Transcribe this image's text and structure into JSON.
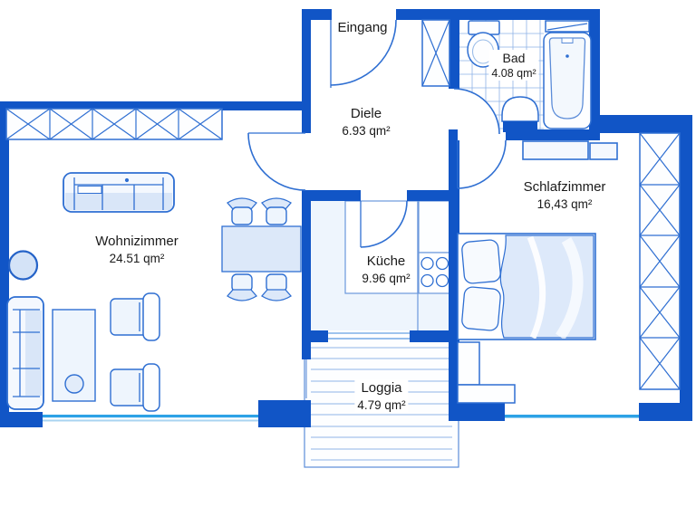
{
  "colors": {
    "wall": "#1155c6",
    "stroke": "#2f6fd2",
    "window": "#2da2e6",
    "text": "#1a1a1a"
  },
  "rooms": {
    "eingang": {
      "label": "Eingang"
    },
    "diele": {
      "name": "Diele",
      "area": "6.93 qm²"
    },
    "bad": {
      "name": "Bad",
      "area": "4.08 qm²"
    },
    "schlafzimmer": {
      "name": "Schlafzimmer",
      "area": "16,43 qm²"
    },
    "wohnzimmer": {
      "name": "Wohnizimmer",
      "area": "24.51 qm²"
    },
    "kueche": {
      "name": "Küche",
      "area": "9.96 qm²"
    },
    "loggia": {
      "name": "Loggia",
      "area": "4.79 qm²"
    }
  }
}
